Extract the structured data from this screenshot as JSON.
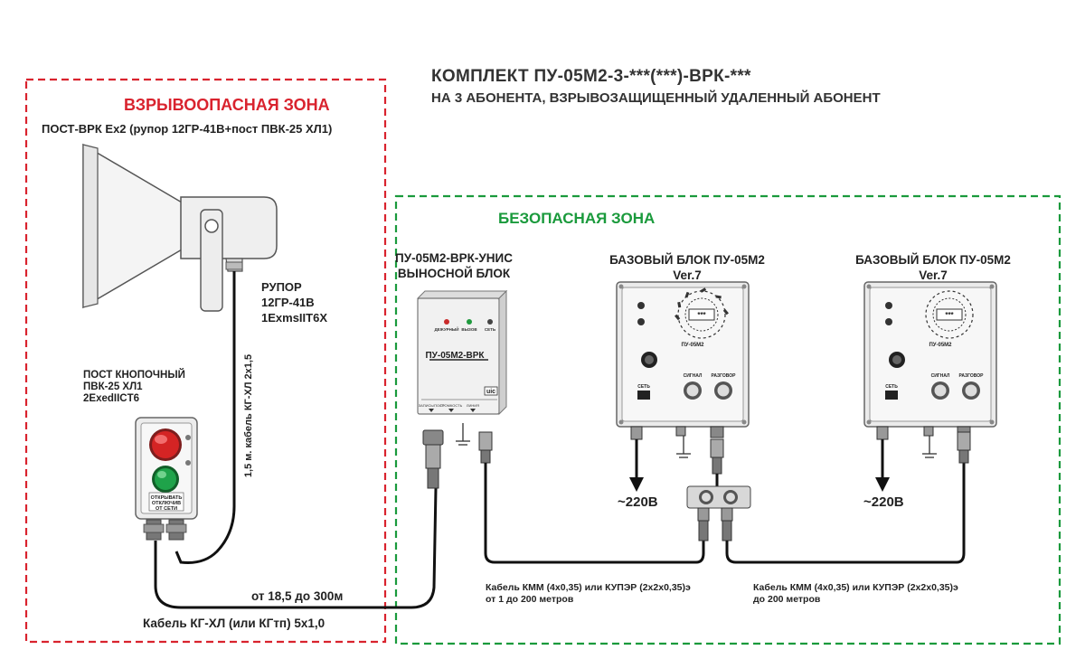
{
  "title": {
    "line1": "КОМПЛЕКТ ПУ-05М2-3-***(***)-ВРК-***",
    "line2": "НА 3 АБОНЕНТА, ВЗРЫВОЗАЩИЩЕННЫЙ УДАЛЕННЫЙ АБОНЕНТ"
  },
  "hazard_zone": {
    "label": "ВЗРЫВООПАСНАЯ ЗОНА",
    "color": "#d9232e",
    "post_title": "ПОСТ-ВРК Ex2 (рупор 12ГР-41В+пост ПВК-25 ХЛ1)",
    "horn_label": [
      "РУПОР",
      "12ГР-41В",
      "1ExmsIIT6X"
    ],
    "button_post_label": [
      "ПОСТ КНОПОЧНЫЙ",
      "ПВК-25 ХЛ1",
      "2ExedIICT6"
    ],
    "vertical_cable": "1,5 м. кабель КГ-ХЛ 2х1,5",
    "distance": "от 18,5 до 300м",
    "cable": "Кабель КГ-ХЛ (или КГтп) 5х1,0"
  },
  "safe_zone": {
    "label": "БЕЗОПАСНАЯ ЗОНА",
    "color": "#1a9a3c",
    "remote_block_title": [
      "ПУ-05М2-ВРК-УНИС",
      "ВЫНОСНОЙ БЛОК"
    ],
    "base1_title": [
      "БАЗОВЫЙ БЛОК ПУ-05М2",
      "Ver.7"
    ],
    "base2_title": [
      "БАЗОВЫЙ БЛОК ПУ-05М2",
      "Ver.7"
    ],
    "voltage1": "~220В",
    "voltage2": "~220В",
    "cable1": [
      "Кабель КММ (4х0,35) или КУПЭР (2х2х0,35)э",
      "от 1 до 200 метров"
    ],
    "cable2": [
      "Кабель КММ (4х0,35) или КУПЭР (2х2х0,35)э",
      "до 200 метров"
    ]
  },
  "device_text": {
    "remote_block_name": "ПУ-05М2-ВРК",
    "remote_block_logo": "uic",
    "remote_terminals": [
      "ЗАПИСЬ/ПОСТ",
      "ГРОМКОСТЬ",
      "ЛИНИЯ"
    ],
    "remote_leds": [
      "ДЕЖУРНЫЙ",
      "ВЫЗОВ",
      "СЕТЬ"
    ],
    "base_name": "ПУ-05М2",
    "base_buttons": [
      "СИГНАЛ",
      "РАЗГОВОР"
    ],
    "base_switch": "СЕТЬ",
    "button_post_label": [
      "ОТКРЫВАТЬ",
      "ОТКЛЮЧИВ",
      "ОТ СЕТИ"
    ]
  }
}
